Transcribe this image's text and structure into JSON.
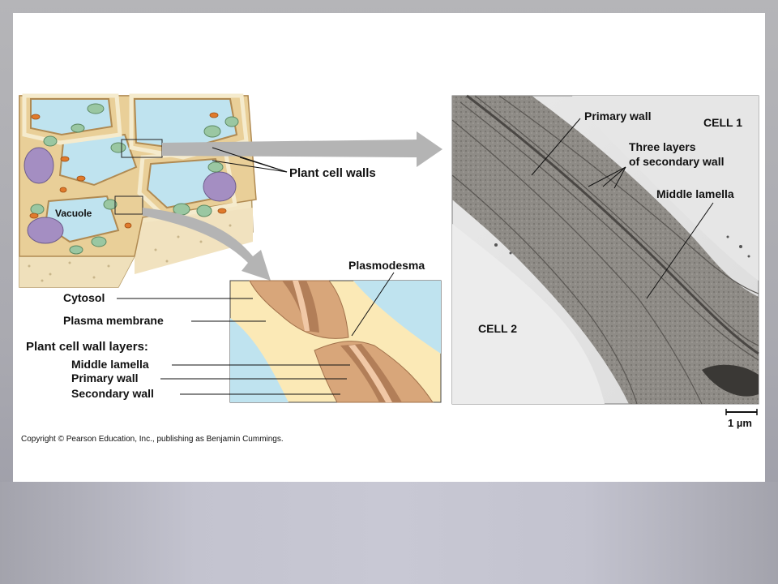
{
  "labels": {
    "plant_cell_walls": "Plant cell walls",
    "vacuole": "Vacuole",
    "cytosol": "Cytosol",
    "plasma_membrane": "Plasma membrane",
    "layers_heading": "Plant cell wall layers:",
    "middle_lamella": "Middle lamella",
    "primary_wall": "Primary wall",
    "secondary_wall": "Secondary wall",
    "plasmodesma": "Plasmodesma"
  },
  "micrograph": {
    "primary_wall": "Primary wall",
    "cell1": "CELL 1",
    "three_layers_line1": "Three layers",
    "three_layers_line2": "of secondary wall",
    "middle_lamella": "Middle lamella",
    "cell2": "CELL 2",
    "scale": "1 µm"
  },
  "copyright": "Copyright © Pearson Education, Inc., publishing as Benjamin Cummings.",
  "colors": {
    "cell_wall": "#f0dcb0",
    "vacuole": "#bfe3ef",
    "nucleus": "#a48ec2",
    "chloroplast": "#9ac7a2",
    "mitochondrion": "#e07a2c",
    "arrow": "#b4b4b4"
  }
}
